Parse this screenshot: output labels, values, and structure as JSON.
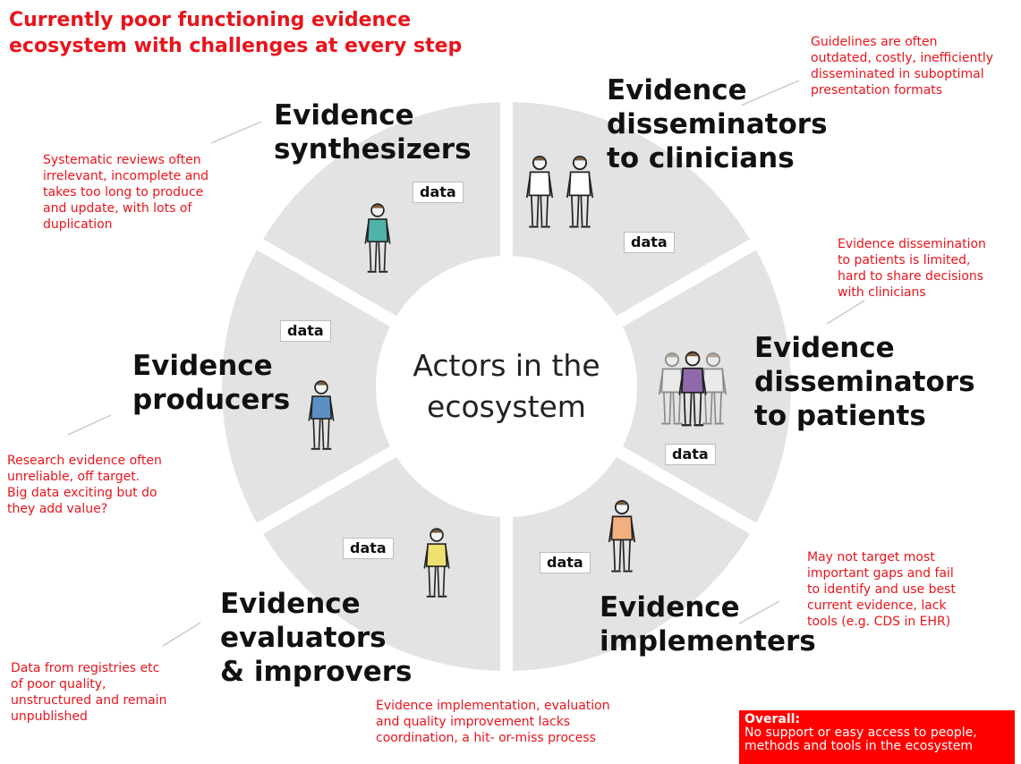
{
  "heading": {
    "line1": "Currently poor functioning evidence",
    "line2": "ecosystem with challenges at every step"
  },
  "center": {
    "line1": "Actors in the",
    "line2": "ecosystem"
  },
  "data_tag": "data",
  "actors": {
    "synthesizers": [
      "Evidence",
      "synthesizers"
    ],
    "clinicians": [
      "Evidence",
      "disseminators",
      "to clinicians"
    ],
    "patients": [
      "Evidence",
      "disseminators",
      "to patients"
    ],
    "implementers": [
      "Evidence",
      "implementers"
    ],
    "evaluators": [
      "Evidence",
      "evaluators",
      "& improvers"
    ],
    "producers": [
      "Evidence",
      "producers"
    ]
  },
  "notes": {
    "clinicians": [
      "Guidelines are often",
      "outdated, costly, inefficiently",
      "disseminated in suboptimal",
      "presentation formats"
    ],
    "synthesizers": [
      "Systematic reviews often",
      "irrelevant, incomplete and",
      "takes too long to produce",
      "and update, with lots of",
      "duplication"
    ],
    "patients": [
      "Evidence dissemination",
      "to patients is limited,",
      "hard to share decisions",
      "with clinicians"
    ],
    "producers": [
      "Research evidence often",
      "unreliable, off target.",
      "Big data exciting but do",
      "they add value?"
    ],
    "implementers": [
      "May not target most",
      "important gaps and fail",
      "to identify and use best",
      "current evidence, lack",
      "tools (e.g. CDS in EHR)"
    ],
    "evaluators": [
      "Data from registries etc",
      "of poor quality,",
      "unstructured and remain",
      "unpublished"
    ],
    "bottom": [
      "Evidence implementation, evaluation",
      "and quality  improvement lacks",
      "coordination, a hit- or-miss process"
    ]
  },
  "overall": {
    "title": "Overall:",
    "line1": "No support or easy access to people,",
    "line2": "methods and tools in the ecosystem"
  },
  "colors": {
    "accent_red": "#e8141c",
    "wheel_gray": "#e3e3e3",
    "overall_bg": "#ff0000",
    "shirt_synthesizer": "#4fb3a9",
    "shirt_producer": "#5b8fc4",
    "shirt_patient_center": "#8e6aaa",
    "shirt_implementer": "#f2b07e",
    "shirt_evaluator": "#f0e070"
  },
  "icons": [
    "person-icon",
    "person-outline-icon"
  ]
}
